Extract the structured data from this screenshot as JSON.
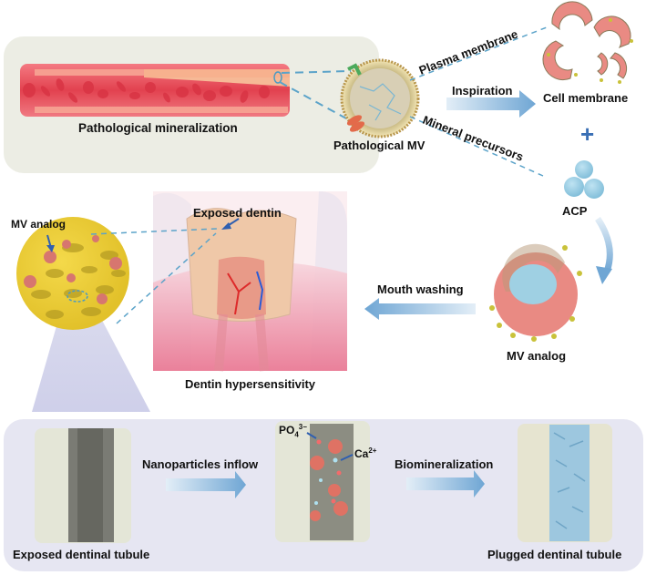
{
  "top_panel": {
    "vessel_label": "Pathological mineralization",
    "mv_label": "Pathological MV",
    "plasma_label": "Plasma membrane",
    "mineral_label": "Mineral precursors",
    "inspiration_label": "Inspiration",
    "cell_membrane_label": "Cell membrane",
    "plus_sign": "+",
    "acp_label": "ACP"
  },
  "middle": {
    "mv_analog_zoom_label": "MV analog",
    "exposed_dentin_label": "Exposed dentin",
    "dentin_caption": "Dentin hypersensitivity",
    "mouth_washing_label": "Mouth washing",
    "mv_analog_label": "MV analog"
  },
  "bottom_panel": {
    "exposed_tubule_label": "Exposed dentinal tubule",
    "inflow_label": "Nanoparticles inflow",
    "po4_label": "PO",
    "po4_sub": "4",
    "po4_sup": "3−",
    "ca_label": "Ca",
    "ca_sup": "2+",
    "biomin_label": "Biomineralization",
    "plugged_label": "Plugged dentinal tubule"
  },
  "colors": {
    "top_panel_bg": "#ecede4",
    "bottom_panel_bg": "#e6e6f2",
    "dashed_line": "#5ba3c9",
    "arrow_blue": "#7fb0d8",
    "plus_blue": "#3a6fb5",
    "vessel_red": "#ee5d68",
    "membrane_pink": "#e98a83",
    "acp_blue": "#8ecbe3",
    "dentin_yellow": "#f0d23a"
  }
}
